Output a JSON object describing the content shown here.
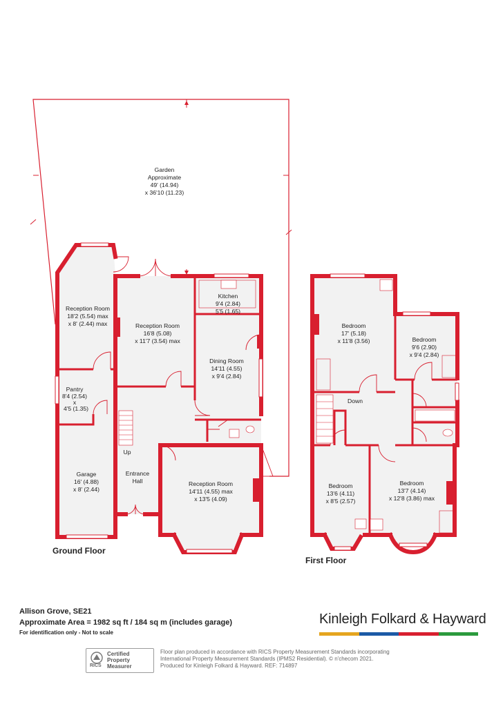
{
  "garden": {
    "name": "Garden",
    "approx": "Approximate",
    "dim1": "49' (14.94)",
    "dim2": "x 36'10 (11.23)"
  },
  "ground_floor": {
    "label": "Ground Floor",
    "rooms": {
      "reception_left": {
        "name": "Reception Room",
        "dim1": "18'2 (5.54) max",
        "dim2": "x 8' (2.44) max"
      },
      "reception_mid": {
        "name": "Reception Room",
        "dim1": "16'8 (5.08)",
        "dim2": "x 11'7 (3.54) max"
      },
      "kitchen": {
        "name": "Kitchen",
        "dim1": "9'4 (2.84)",
        "dim2": "5'5 (1.65)"
      },
      "dining": {
        "name": "Dining Room",
        "dim1": "14'11 (4.55)",
        "dim2": "x 9'4 (2.84)"
      },
      "pantry": {
        "name": "Pantry",
        "dim1": "8'4 (2.54)",
        "dim_x": "x",
        "dim2": "4'5 (1.35)"
      },
      "garage": {
        "name": "Garage",
        "dim1": "16' (4.88)",
        "dim2": "x 8' (2.44)"
      },
      "hall": {
        "name1": "Entrance",
        "name2": "Hall",
        "stairs": "Up"
      },
      "reception_front": {
        "name": "Reception Room",
        "dim1": "14'11 (4.55) max",
        "dim2": "x 13'5 (4.09)"
      }
    }
  },
  "first_floor": {
    "label": "First Floor",
    "stairs": "Down",
    "rooms": {
      "bed1": {
        "name": "Bedroom",
        "dim1": "17' (5.18)",
        "dim2": "x 11'8 (3.56)"
      },
      "bed2": {
        "name": "Bedroom",
        "dim1": "9'6 (2.90)",
        "dim2": "x 9'4 (2.84)"
      },
      "bed3": {
        "name": "Bedroom",
        "dim1": "13'6 (4.11)",
        "dim2": "x 8'5 (2.57)"
      },
      "bed4": {
        "name": "Bedroom",
        "dim1": "13'7 (4.14)",
        "dim2": "x 12'8 (3.86) max"
      }
    }
  },
  "footer": {
    "address": "Allison Grove, SE21",
    "area": "Approximate Area = 1982 sq ft / 184 sq m (includes garage)",
    "identification": "For identification only - Not to scale",
    "brand": "Kinleigh Folkard & Hayward",
    "brand_colors": [
      "#e5a51f",
      "#1c5aa6",
      "#d81f2f",
      "#2b9a3d"
    ],
    "rics_mark": "RICS",
    "rics_line1": "Certified",
    "rics_line2": "Property",
    "rics_line3": "Measurer",
    "note1": "Floor plan produced in accordance with RICS Property Measurement Standards incorporating",
    "note2": "International Property Measurement Standards (IPMS2 Residential).  © n'checom 2021.",
    "note3": "Produced for Kinleigh Folkard & Hayward.   REF: 714897"
  },
  "colors": {
    "wall": "#d81f2f",
    "floor": "#f2f2f2"
  }
}
